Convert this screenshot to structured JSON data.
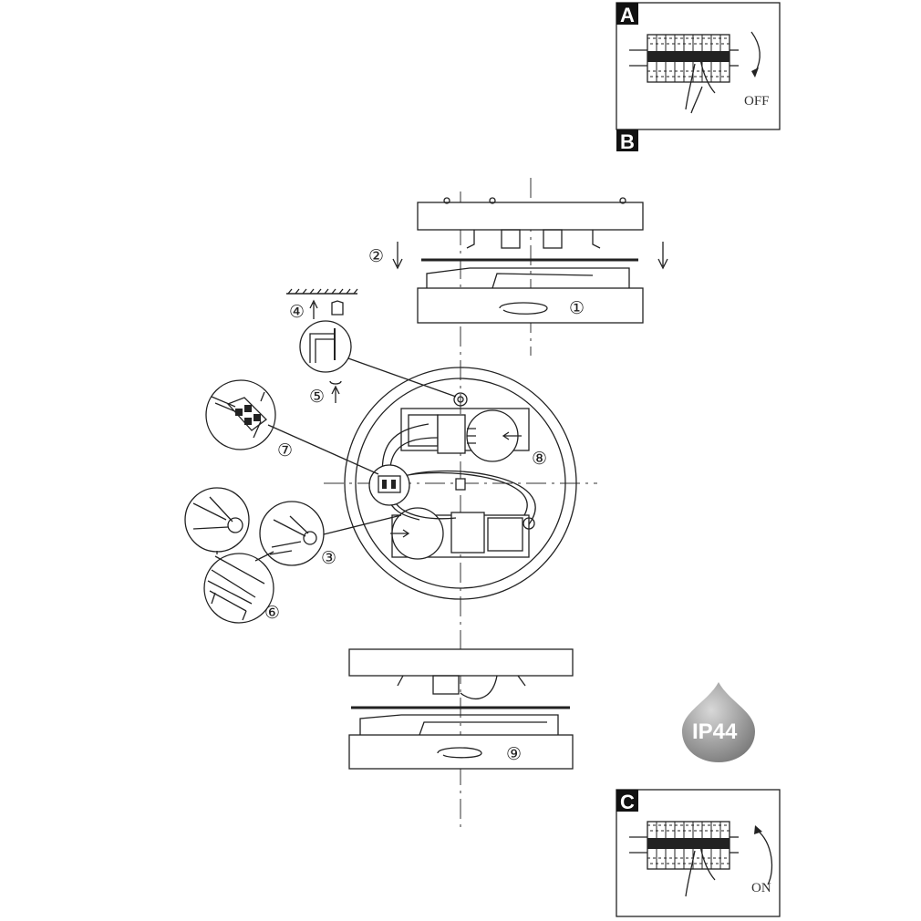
{
  "panels": {
    "a": {
      "label": "A",
      "switch_state": "OFF"
    },
    "b": {
      "label": "B"
    },
    "c": {
      "label": "C",
      "switch_state": "ON"
    }
  },
  "steps": [
    "①",
    "②",
    "③",
    "④",
    "⑤",
    "⑥",
    "⑦",
    "⑧",
    "⑨"
  ],
  "rating_badge": {
    "text": "IP44",
    "color": "#9a9a9a"
  }
}
